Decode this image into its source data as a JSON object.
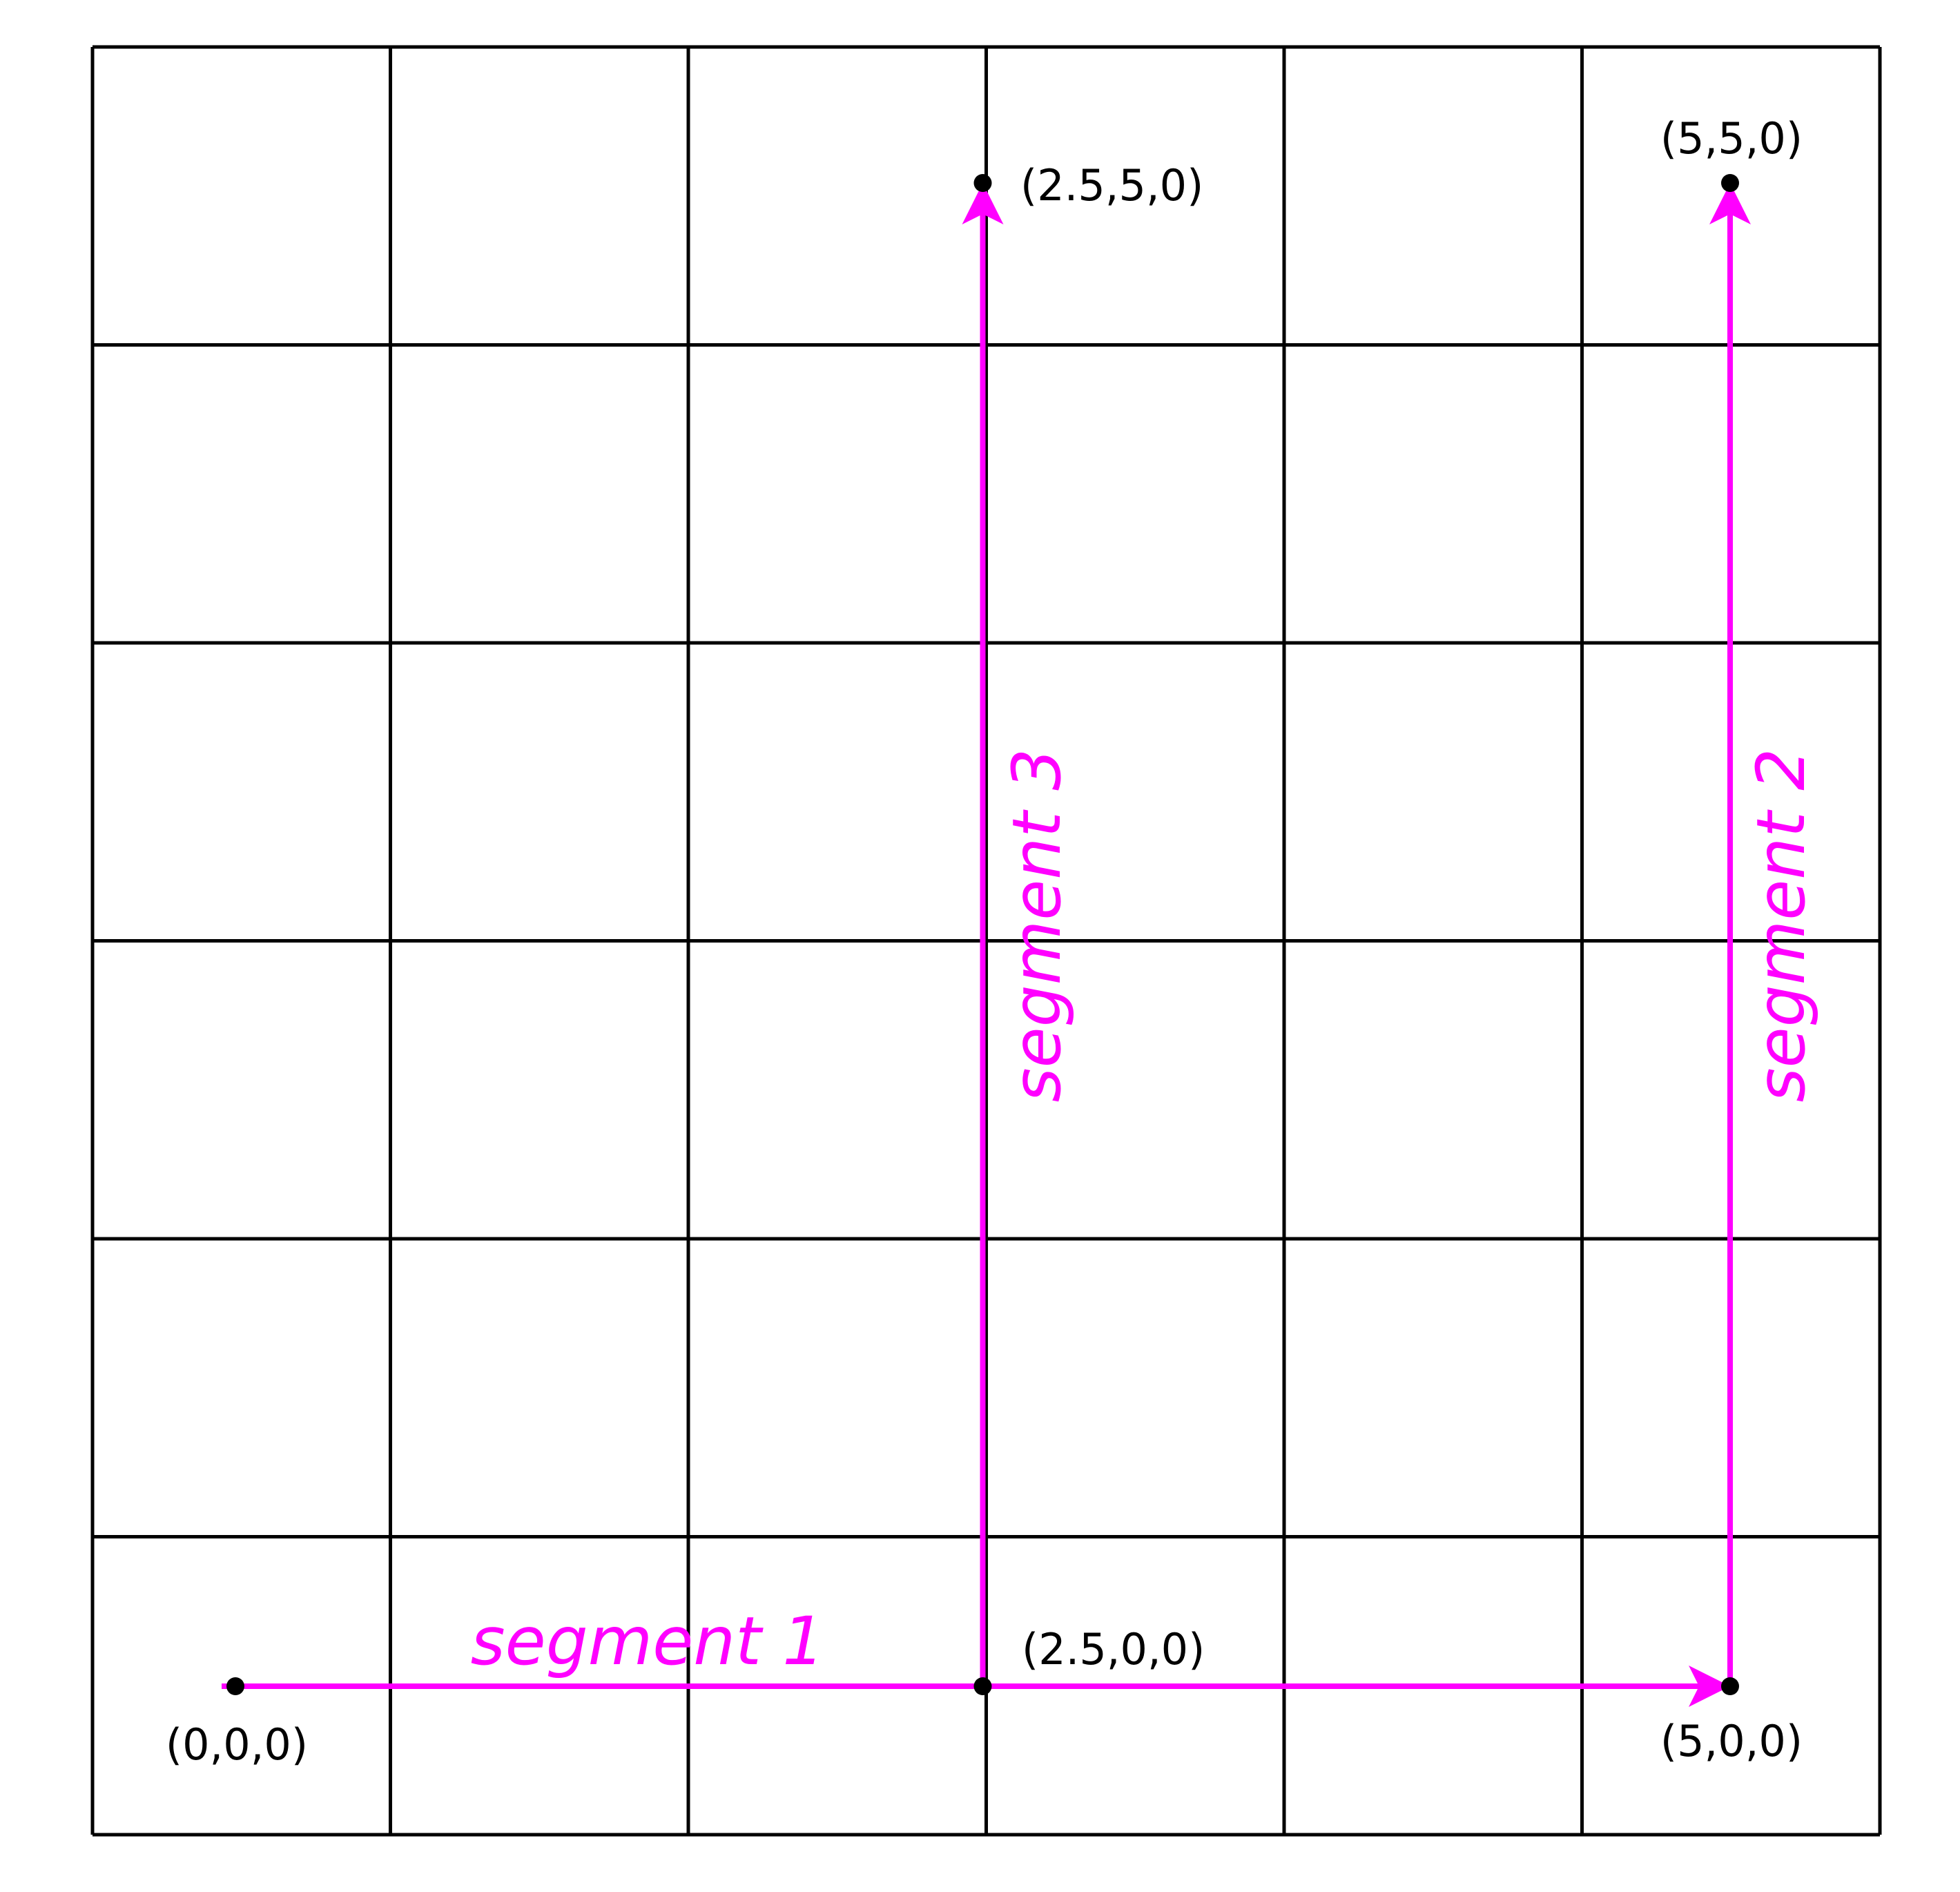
{
  "colors": {
    "grid": "#000000",
    "segment": "#ff00ff",
    "point": "#000000",
    "background": "#ffffff"
  },
  "grid": {
    "columns": 6,
    "rows": 6
  },
  "points": {
    "origin": {
      "label": "(0,0,0)",
      "coord": [
        0,
        0,
        0
      ]
    },
    "mid_bottom": {
      "label": "(2.5,0,0)",
      "coord": [
        2.5,
        0,
        0
      ]
    },
    "right_bottom": {
      "label": "(5,0,0)",
      "coord": [
        5,
        0,
        0
      ]
    },
    "mid_top": {
      "label": "(2.5,5,0)",
      "coord": [
        2.5,
        5,
        0
      ]
    },
    "right_top": {
      "label": "(5,5,0)",
      "coord": [
        5,
        5,
        0
      ]
    }
  },
  "segments": {
    "seg1": {
      "label": "segment 1",
      "from": [
        0,
        0,
        0
      ],
      "to": [
        5,
        0,
        0
      ]
    },
    "seg2": {
      "label": "segment 2",
      "from": [
        5,
        0,
        0
      ],
      "to": [
        5,
        5,
        0
      ]
    },
    "seg3": {
      "label": "segment 3",
      "from": [
        2.5,
        0,
        0
      ],
      "to": [
        2.5,
        5,
        0
      ]
    }
  }
}
